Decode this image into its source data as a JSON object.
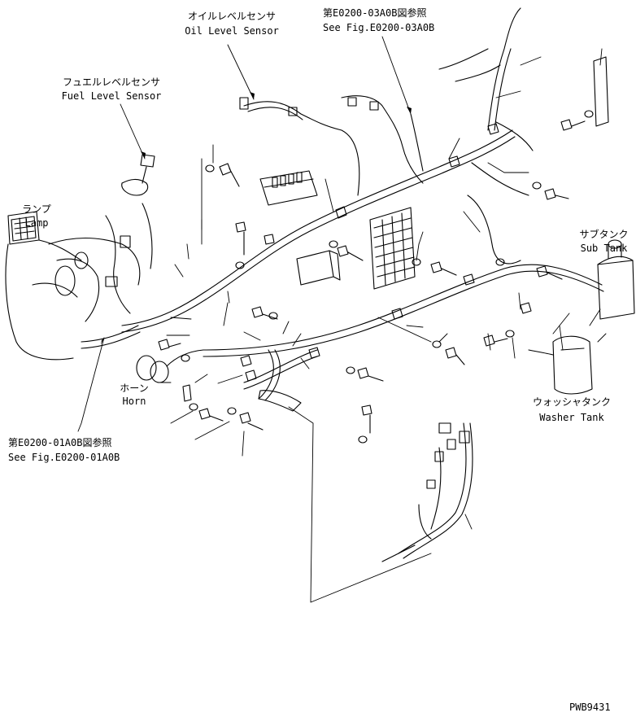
{
  "labels": {
    "oil_jp": "オイルレベルセンサ",
    "oil_en": "Oil Level Sensor",
    "ref_top_jp": "第E0200-03A0B図参照",
    "ref_top_en": "See Fig.E0200-03A0B",
    "fuel_jp": "フュエルレベルセンサ",
    "fuel_en": "Fuel Level Sensor",
    "lamp_jp": "ランプ",
    "lamp_en": "Lamp",
    "subtank_jp": "サブタンク",
    "subtank_en": "Sub Tank",
    "horn_jp": "ホーン",
    "horn_en": "Horn",
    "washer_jp": "ウォッシャタンク",
    "washer_en": "Washer Tank",
    "ref_bottom_jp": "第E0200-01A0B図参照",
    "ref_bottom_en": "See Fig.E0200-01A0B",
    "drawing_code": "PWB9431"
  }
}
